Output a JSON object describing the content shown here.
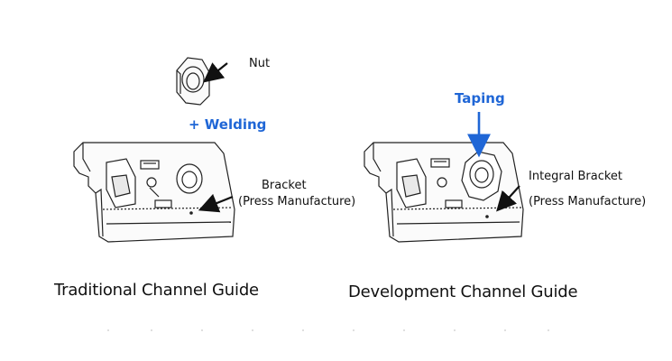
{
  "left": {
    "nut_label": "Nut",
    "welding_label": "+ Welding",
    "bracket_line1": "Bracket",
    "bracket_line2": "(Press Manufacture)",
    "caption": "Traditional Channel Guide"
  },
  "right": {
    "taping_label": "Taping",
    "bracket_line1": "Integral Bracket",
    "bracket_line2": "(Press Manufacture)",
    "caption": "Development Channel Guide"
  },
  "colors": {
    "accent": "#1f66d6",
    "ink": "#111111"
  }
}
